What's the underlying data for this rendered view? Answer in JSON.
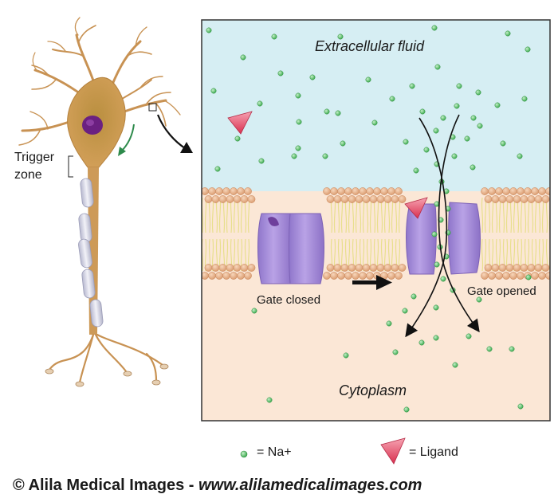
{
  "labels": {
    "trigger_zone": "Trigger zone",
    "extracellular": "Extracellular fluid",
    "cytoplasm": "Cytoplasm",
    "gate_closed": "Gate closed",
    "gate_opened": "Gate opened"
  },
  "legend": {
    "na": "= Na+",
    "ligand": "= Ligand"
  },
  "credit": {
    "owner": "© Alila Medical Images  -",
    "website": "www.alilamedicalimages.com"
  },
  "colors": {
    "extracellular": "#d6eef3",
    "cytoplasm": "#fbe7d6",
    "lipid_head": "#e9b58e",
    "lipid_tail": "#f1eaa7",
    "channel": "#a98fd6",
    "na_ion": "#5fc46f",
    "ligand": "#e84d6a",
    "neuron": "#c99250",
    "soma": "#cf9c54",
    "nucleus": "#7b2a8a",
    "myelin": "#dcdbe8"
  }
}
